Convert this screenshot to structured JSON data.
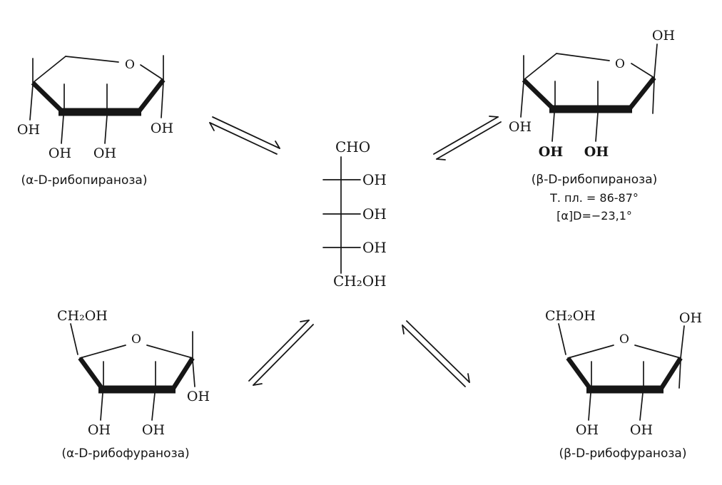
{
  "colors": {
    "background": "#ffffff",
    "ink": "#161616"
  },
  "formulas": {
    "oh": "OH",
    "ring_oxygen": "O",
    "cho": "CHO",
    "ch2oh": "CH₂OH"
  },
  "captions": {
    "alpha_pyranose": "(α-D-рибопираноза)",
    "beta_pyranose": "(β-D-рибопираноза)",
    "beta_pyranose_melting_point": "Т. пл. = 86-87°",
    "beta_pyranose_rotation": "[α]D=−23,1°",
    "alpha_furanose": "(α-D-рибофураноза)",
    "beta_furanose": "(β-D-рибофураноза)"
  }
}
